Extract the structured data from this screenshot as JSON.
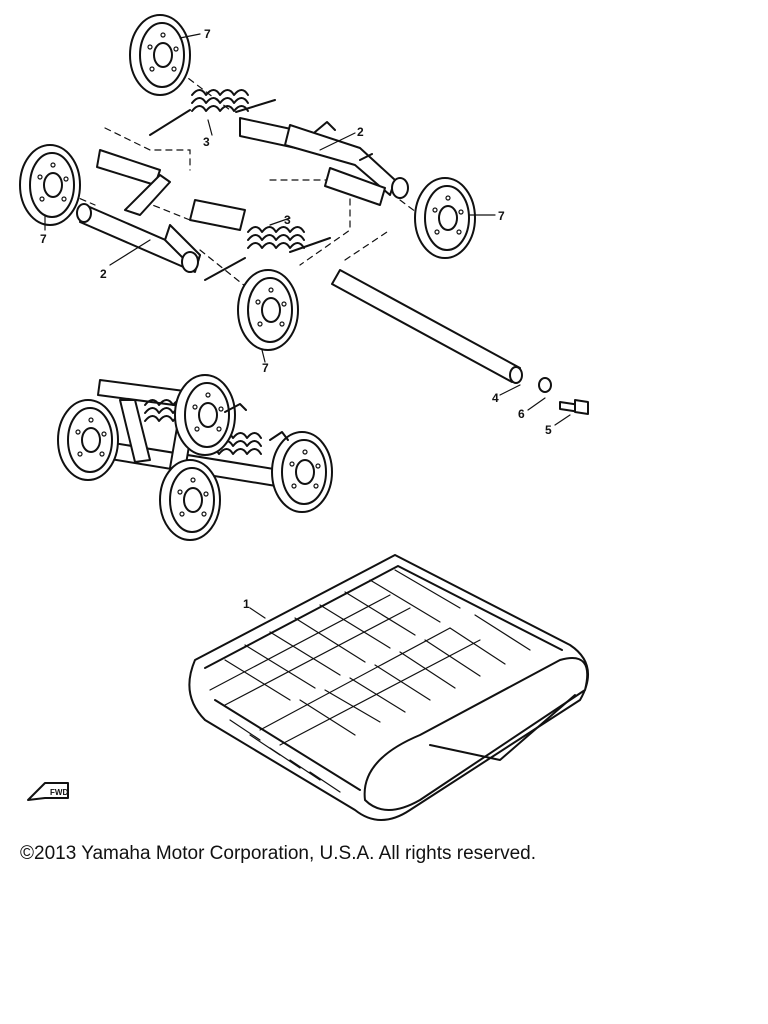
{
  "callouts": {
    "c1": "1",
    "c2a": "2",
    "c2b": "2",
    "c3a": "3",
    "c3b": "3",
    "c4": "4",
    "c5": "5",
    "c6": "6",
    "c7a": "7",
    "c7b": "7",
    "c7c": "7",
    "c7d": "7"
  },
  "fwd_mark": "FWD",
  "copyright": "©2013 Yamaha Motor Corporation, U.S.A. All rights reserved."
}
